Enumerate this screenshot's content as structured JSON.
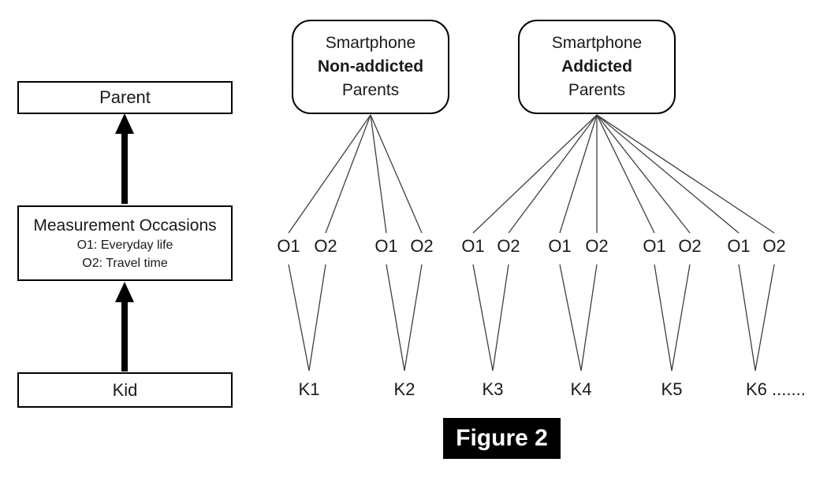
{
  "caption": "Figure 2",
  "left_flow": {
    "parent": "Parent",
    "measurement": {
      "title": "Measurement Occasions",
      "occasion1": "O1: Everyday life",
      "occasion2": "O2: Travel time"
    },
    "kid": "Kid"
  },
  "groups": [
    {
      "line1": "Smartphone",
      "line2": "Non-addicted",
      "line3": "Parents"
    },
    {
      "line1": "Smartphone",
      "line2": "Addicted",
      "line3": "Parents"
    }
  ],
  "occasions": [
    "O1",
    "O2",
    "O1",
    "O2",
    "O1",
    "O2",
    "O1",
    "O2",
    "O1",
    "O2",
    "O1",
    "O2"
  ],
  "kids": [
    "K1",
    "K2",
    "K3",
    "K4",
    "K5",
    "K6 ......."
  ],
  "connections": {
    "non_addicted_parents_to": [
      "K1:O1",
      "K1:O2",
      "K2:O1",
      "K2:O2"
    ],
    "addicted_parents_to": [
      "K3:O1",
      "K3:O2",
      "K4:O1",
      "K4:O2",
      "K5:O1",
      "K5:O2",
      "K6:O1",
      "K6:O2"
    ],
    "left_flow_arrows": [
      "Kid -> Measurement Occasions",
      "Measurement Occasions -> Parent"
    ]
  },
  "colors": {
    "line": "#3f3f3f",
    "border": "#000000",
    "arrow": "#000000",
    "caption_bg": "#000000",
    "caption_text": "#ffffff"
  }
}
